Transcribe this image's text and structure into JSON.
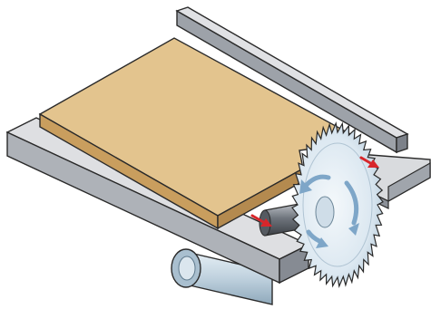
{
  "colors": {
    "background": "#ffffff",
    "board_top": "#e3c48e",
    "board_front": "#c99e5e",
    "board_side": "#b48a4f",
    "rail_top": "#dcdde0",
    "rail_front": "#a7abb2",
    "rail_dark": "#7f848c",
    "blade": "#dde9f2",
    "blade_edge": "#8da3b3",
    "rotation_arrow": "#7ea6c8",
    "feed_arrow": "#d8262b",
    "motor": "#c3d4e0",
    "outline": "#2a2a2a"
  },
  "icons": {
    "feed_arrow": "red-feed-arrow",
    "rotation": "rotation-arrows",
    "blade": "circular-saw-blade"
  }
}
